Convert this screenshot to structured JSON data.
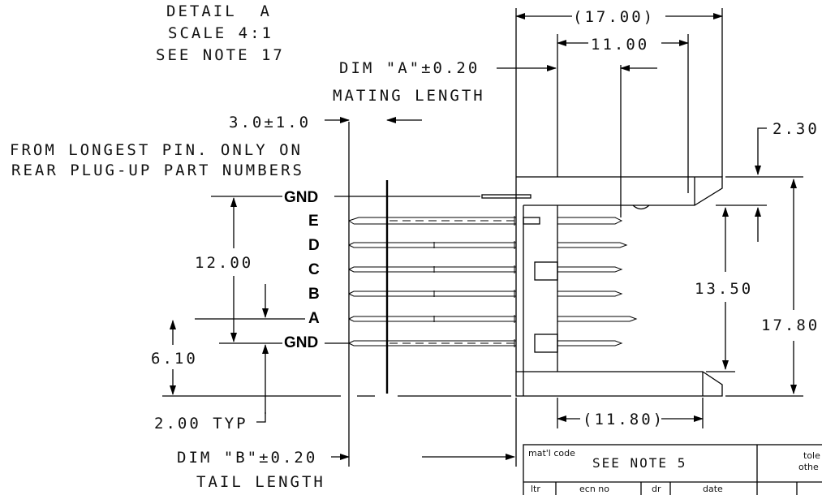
{
  "detail": {
    "line1": "DETAIL  A",
    "line2": "SCALE  4:1",
    "line3": "SEE NOTE 17"
  },
  "dims": {
    "overall_width": "(17.00)",
    "inner_width": "11.00",
    "dim_a": "DIM \"A\"±0.20",
    "mating_length": "MATING LENGTH",
    "tol_3": "3.0±1.0",
    "note_longest_1": "FROM LONGEST PIN. ONLY ON",
    "note_longest_2": "REAR PLUG-UP PART NUMBERS",
    "d_2_30": "2.30",
    "d_12_00": "12.00",
    "d_13_50": "13.50",
    "d_17_80": "17.80",
    "d_6_10": "6.10",
    "d_2_00": "2.00 TYP",
    "d_11_80": "(11.80)",
    "dim_b": "DIM \"B\"±0.20",
    "tail_length": "TAIL LENGTH"
  },
  "pins": {
    "gnd_top": "GND",
    "e": "E",
    "d": "D",
    "c": "C",
    "b": "B",
    "a": "A",
    "gnd_bottom": "GND"
  },
  "title_block": {
    "mat_code_label": "mat'l code",
    "mat_code_value": "SEE NOTE 5",
    "tol_1": "tole",
    "tol_2": "othe",
    "col_ltr": "ltr",
    "col_ecn": "ecn no",
    "col_dr": "dr",
    "col_date": "date"
  }
}
